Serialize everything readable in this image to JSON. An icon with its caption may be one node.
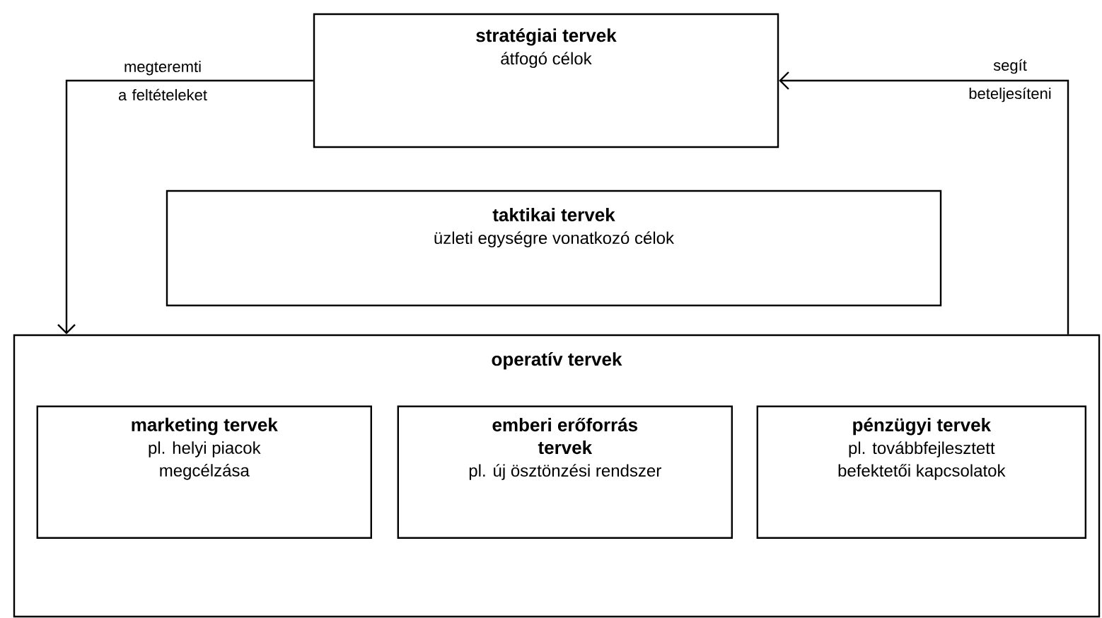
{
  "diagram": {
    "nodes": [
      {
        "text": [
          "stratégiai tervek",
          "átfogó célok"
        ]
      },
      {
        "text": [
          "taktikai tervek",
          "üzleti egységre vonatkozó célok"
        ]
      },
      {
        "text": [
          "operatív tervek"
        ]
      },
      {
        "text": [
          "marketing tervek",
          "pl. helyi piacok megcélzása"
        ],
        "in": 2
      },
      {
        "text": [
          "emberi erőforrás tervek",
          "pl. új ösztönzési rendszer"
        ],
        "in": 2
      },
      {
        "text": [
          "pénzügyi tervek",
          "pl. továbbfejlesztett befektetői kapcsolatok"
        ],
        "in": 2
      }
    ],
    "edges": [
      {
        "from": 0,
        "to": 2,
        "arrow": "to",
        "label": "megteremti a feltételeket"
      },
      {
        "from": 2,
        "to": 0,
        "arrow": "to",
        "label": "segít beteljesíteni"
      }
    ]
  }
}
